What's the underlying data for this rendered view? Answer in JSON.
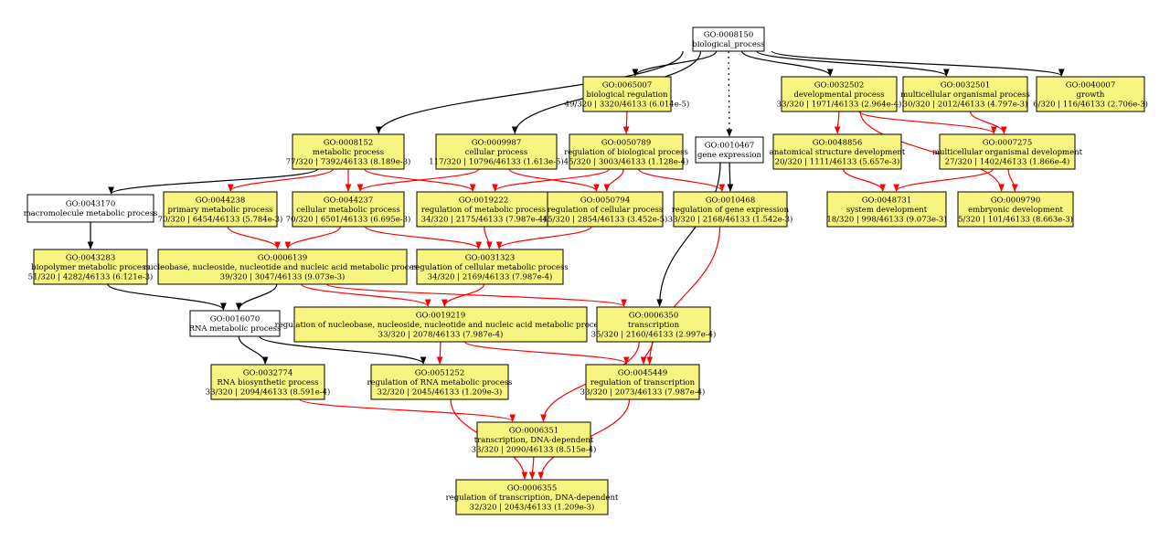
{
  "colors": {
    "significant_fill": "#f7f580",
    "neutral_fill": "#ffffff",
    "significant_edge": "#ff0000",
    "regular_edge": "#000000"
  },
  "nodes": [
    {
      "id": "GO:0008150",
      "lines": [
        "GO:0008150",
        "biological_process"
      ],
      "significant": false
    },
    {
      "id": "GO:0065007",
      "lines": [
        "GO:0065007",
        "biological regulation",
        "49/320 | 3320/46133 (6.014e-5)"
      ],
      "significant": true
    },
    {
      "id": "GO:0032502",
      "lines": [
        "GO:0032502",
        "developmental process",
        "33/320 | 1971/46133 (2.964e-4)"
      ],
      "significant": true
    },
    {
      "id": "GO:0032501",
      "lines": [
        "GO:0032501",
        "multicellular organismal process",
        "30/320 | 2012/46133 (4.797e-3)"
      ],
      "significant": true
    },
    {
      "id": "GO:0040007",
      "lines": [
        "GO:0040007",
        "growth",
        "6/320 | 116/46133 (2.706e-3)"
      ],
      "significant": true
    },
    {
      "id": "GO:0008152",
      "lines": [
        "GO:0008152",
        "metabolic process",
        "77/320 | 7392/46133 (8.189e-3)"
      ],
      "significant": true
    },
    {
      "id": "GO:0009987",
      "lines": [
        "GO:0009987",
        "cellular process",
        "117/320 | 10796/46133 (1.613e-5)"
      ],
      "significant": true
    },
    {
      "id": "GO:0050789",
      "lines": [
        "GO:0050789",
        "regulation of biological process",
        "45/320 | 3003/46133 (1.128e-4)"
      ],
      "significant": true
    },
    {
      "id": "GO:0010467",
      "lines": [
        "GO:0010467",
        "gene expression"
      ],
      "significant": false
    },
    {
      "id": "GO:0048856",
      "lines": [
        "GO:0048856",
        "anatomical structure development",
        "20/320 | 1111/46133 (5.657e-3)"
      ],
      "significant": true
    },
    {
      "id": "GO:0007275",
      "lines": [
        "GO:0007275",
        "multicellular organismal development",
        "27/320 | 1402/46133 (1.866e-4)"
      ],
      "significant": true
    },
    {
      "id": "GO:0043170",
      "lines": [
        "GO:0043170",
        "macromolecule metabolic process"
      ],
      "significant": false
    },
    {
      "id": "GO:0044238",
      "lines": [
        "GO:0044238",
        "primary metabolic process",
        "70/320 | 6454/46133 (5.784e-3)"
      ],
      "significant": true
    },
    {
      "id": "GO:0044237",
      "lines": [
        "GO:0044237",
        "cellular metabolic process",
        "70/320 | 6501/46133 (6.695e-3)"
      ],
      "significant": true
    },
    {
      "id": "GO:0019222",
      "lines": [
        "GO:0019222",
        "regulation of metabolic process",
        "34/320 | 2175/46133 (7.987e-4)"
      ],
      "significant": true
    },
    {
      "id": "GO:0050794",
      "lines": [
        "GO:0050794",
        "regulation of cellular process",
        "45/320 | 2854/46133 (3.452e-5)"
      ],
      "significant": true
    },
    {
      "id": "GO:0010468",
      "lines": [
        "GO:0010468",
        "regulation of gene expression",
        "33/320 | 2168/46133 (1.542e-3)"
      ],
      "significant": true
    },
    {
      "id": "GO:0048731",
      "lines": [
        "GO:0048731",
        "system development",
        "18/320 | 998/46133 (9.073e-3)"
      ],
      "significant": true
    },
    {
      "id": "GO:0009790",
      "lines": [
        "GO:0009790",
        "embryonic development",
        "5/320 | 101/46133 (8.663e-3)"
      ],
      "significant": true
    },
    {
      "id": "GO:0043283",
      "lines": [
        "GO:0043283",
        "biopolymer metabolic process",
        "51/320 | 4282/46133 (6.121e-3)"
      ],
      "significant": true
    },
    {
      "id": "GO:0006139",
      "lines": [
        "GO:0006139",
        "nucleobase, nucleoside, nucleotide and nucleic acid metabolic process",
        "39/320 | 3047/46133 (9.073e-3)"
      ],
      "significant": true
    },
    {
      "id": "GO:0031323",
      "lines": [
        "GO:0031323",
        "regulation of cellular metabolic process",
        "34/320 | 2169/46133 (7.987e-4)"
      ],
      "significant": true
    },
    {
      "id": "GO:0016070",
      "lines": [
        "GO:0016070",
        "RNA metabolic process"
      ],
      "significant": false
    },
    {
      "id": "GO:0019219",
      "lines": [
        "GO:0019219",
        "regulation of nucleobase, nucleoside, nucleotide and nucleic acid metabolic process",
        "33/320 | 2078/46133 (7.987e-4)"
      ],
      "significant": true
    },
    {
      "id": "GO:0006350",
      "lines": [
        "GO:0006350",
        "transcription",
        "35/320 | 2160/46133 (2.997e-4)"
      ],
      "significant": true
    },
    {
      "id": "GO:0032774",
      "lines": [
        "GO:0032774",
        "RNA biosynthetic process",
        "33/320 | 2094/46133 (8.591e-4)"
      ],
      "significant": true
    },
    {
      "id": "GO:0051252",
      "lines": [
        "GO:0051252",
        "regulation of RNA metabolic process",
        "32/320 | 2045/46133 (1.209e-3)"
      ],
      "significant": true
    },
    {
      "id": "GO:0045449",
      "lines": [
        "GO:0045449",
        "regulation of transcription",
        "33/320 | 2073/46133 (7.987e-4)"
      ],
      "significant": true
    },
    {
      "id": "GO:0006351",
      "lines": [
        "GO:0006351",
        "transcription, DNA-dependent",
        "33/320 | 2090/46133 (8.515e-4)"
      ],
      "significant": true
    },
    {
      "id": "GO:0006355",
      "lines": [
        "GO:0006355",
        "regulation of transcription, DNA-dependent",
        "32/320 | 2043/46133 (1.209e-3)"
      ],
      "significant": true
    }
  ],
  "edges": [
    {
      "from": "GO:0008150",
      "to": "GO:0065007",
      "color": "black",
      "style": "solid"
    },
    {
      "from": "GO:0008150",
      "to": "GO:0032502",
      "color": "black",
      "style": "solid"
    },
    {
      "from": "GO:0008150",
      "to": "GO:0032501",
      "color": "black",
      "style": "solid"
    },
    {
      "from": "GO:0008150",
      "to": "GO:0040007",
      "color": "black",
      "style": "solid"
    },
    {
      "from": "GO:0008150",
      "to": "GO:0008152",
      "color": "black",
      "style": "solid"
    },
    {
      "from": "GO:0008150",
      "to": "GO:0009987",
      "color": "black",
      "style": "solid"
    },
    {
      "from": "GO:0008150",
      "to": "GO:0010467",
      "color": "black",
      "style": "dotted"
    },
    {
      "from": "GO:0065007",
      "to": "GO:0050789",
      "color": "red",
      "style": "solid"
    },
    {
      "from": "GO:0032502",
      "to": "GO:0048856",
      "color": "red",
      "style": "solid"
    },
    {
      "from": "GO:0032502",
      "to": "GO:0007275",
      "color": "red",
      "style": "solid"
    },
    {
      "from": "GO:0032502",
      "to": "GO:0009790",
      "color": "red",
      "style": "solid"
    },
    {
      "from": "GO:0032501",
      "to": "GO:0007275",
      "color": "red",
      "style": "solid"
    },
    {
      "from": "GO:0048856",
      "to": "GO:0048731",
      "color": "red",
      "style": "solid"
    },
    {
      "from": "GO:0007275",
      "to": "GO:0048731",
      "color": "red",
      "style": "solid"
    },
    {
      "from": "GO:0007275",
      "to": "GO:0009790",
      "color": "red",
      "style": "solid"
    },
    {
      "from": "GO:0008152",
      "to": "GO:0043170",
      "color": "black",
      "style": "solid"
    },
    {
      "from": "GO:0008152",
      "to": "GO:0044238",
      "color": "red",
      "style": "solid"
    },
    {
      "from": "GO:0008152",
      "to": "GO:0044237",
      "color": "red",
      "style": "solid"
    },
    {
      "from": "GO:0008152",
      "to": "GO:0019222",
      "color": "red",
      "style": "solid"
    },
    {
      "from": "GO:0009987",
      "to": "GO:0044237",
      "color": "red",
      "style": "solid"
    },
    {
      "from": "GO:0009987",
      "to": "GO:0050794",
      "color": "red",
      "style": "solid"
    },
    {
      "from": "GO:0050789",
      "to": "GO:0019222",
      "color": "red",
      "style": "solid"
    },
    {
      "from": "GO:0050789",
      "to": "GO:0050794",
      "color": "red",
      "style": "solid"
    },
    {
      "from": "GO:0050789",
      "to": "GO:0010468",
      "color": "red",
      "style": "solid"
    },
    {
      "from": "GO:0010467",
      "to": "GO:0010468",
      "color": "black",
      "style": "solid"
    },
    {
      "from": "GO:0010467",
      "to": "GO:0006350",
      "color": "black",
      "style": "solid"
    },
    {
      "from": "GO:0043170",
      "to": "GO:0043283",
      "color": "black",
      "style": "solid"
    },
    {
      "from": "GO:0044238",
      "to": "GO:0006139",
      "color": "red",
      "style": "solid"
    },
    {
      "from": "GO:0044237",
      "to": "GO:0006139",
      "color": "red",
      "style": "solid"
    },
    {
      "from": "GO:0044237",
      "to": "GO:0031323",
      "color": "red",
      "style": "solid"
    },
    {
      "from": "GO:0019222",
      "to": "GO:0031323",
      "color": "red",
      "style": "solid"
    },
    {
      "from": "GO:0050794",
      "to": "GO:0031323",
      "color": "red",
      "style": "solid"
    },
    {
      "from": "GO:0043283",
      "to": "GO:0016070",
      "color": "black",
      "style": "solid"
    },
    {
      "from": "GO:0006139",
      "to": "GO:0016070",
      "color": "black",
      "style": "solid"
    },
    {
      "from": "GO:0006139",
      "to": "GO:0019219",
      "color": "red",
      "style": "solid"
    },
    {
      "from": "GO:0006139",
      "to": "GO:0006350",
      "color": "red",
      "style": "solid"
    },
    {
      "from": "GO:0031323",
      "to": "GO:0019219",
      "color": "red",
      "style": "solid"
    },
    {
      "from": "GO:0016070",
      "to": "GO:0032774",
      "color": "black",
      "style": "solid"
    },
    {
      "from": "GO:0016070",
      "to": "GO:0051252",
      "color": "black",
      "style": "solid"
    },
    {
      "from": "GO:0019219",
      "to": "GO:0051252",
      "color": "red",
      "style": "solid"
    },
    {
      "from": "GO:0019219",
      "to": "GO:0045449",
      "color": "red",
      "style": "solid"
    },
    {
      "from": "GO:0010468",
      "to": "GO:0045449",
      "color": "red",
      "style": "solid"
    },
    {
      "from": "GO:0006350",
      "to": "GO:0045449",
      "color": "red",
      "style": "solid"
    },
    {
      "from": "GO:0006350",
      "to": "GO:0006351",
      "color": "red",
      "style": "solid"
    },
    {
      "from": "GO:0032774",
      "to": "GO:0006351",
      "color": "red",
      "style": "solid"
    },
    {
      "from": "GO:0051252",
      "to": "GO:0006355",
      "color": "red",
      "style": "solid"
    },
    {
      "from": "GO:0045449",
      "to": "GO:0006355",
      "color": "red",
      "style": "solid"
    },
    {
      "from": "GO:0006351",
      "to": "GO:0006355",
      "color": "red",
      "style": "solid"
    }
  ]
}
